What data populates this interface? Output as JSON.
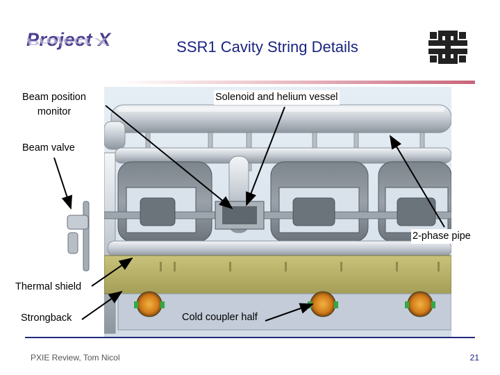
{
  "slide": {
    "logo_text": "Project X",
    "title": "SSR1 Cavity String Details",
    "footer_text": "PXIE Review, Tom Nicol",
    "page_number": "21",
    "accent_color": "#1a237e",
    "logo_color": "#4a3f8f"
  },
  "labels": {
    "beam_position_monitor_line1": "Beam position",
    "beam_position_monitor_line2": "monitor",
    "solenoid_helium_vessel": "Solenoid and helium vessel",
    "beam_valve": "Beam valve",
    "two_phase_pipe": "2-phase pipe",
    "thermal_shield": "Thermal shield",
    "strongback": "Strongback",
    "cold_coupler_half": "Cold coupler half"
  },
  "icons": {
    "logo": "fermilab-logo-icon"
  }
}
